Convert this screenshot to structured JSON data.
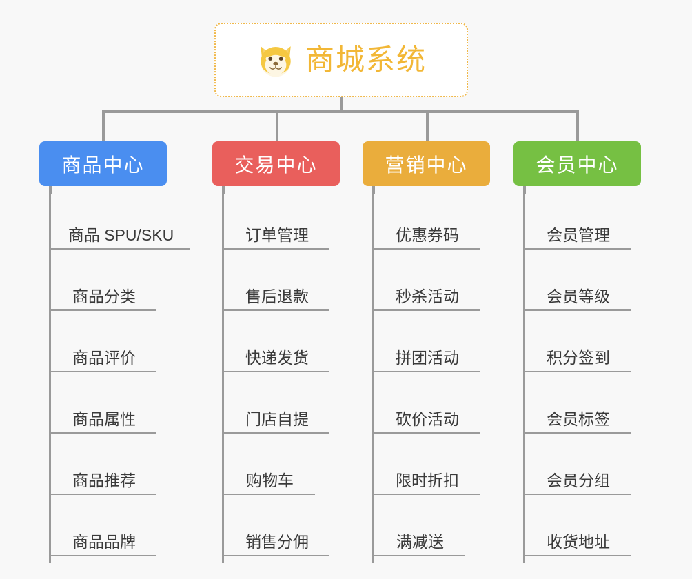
{
  "page": {
    "background": "#f8f8f8",
    "line_color": "#9a9a9a"
  },
  "root": {
    "title": "商城系统",
    "icon": "shiba-dog-icon",
    "color": "#f2b736",
    "border_color": "#f0b849"
  },
  "branches": [
    {
      "label": "商品中心",
      "color": "#4a8ef0",
      "items": [
        "商品 SPU/SKU",
        "商品分类",
        "商品评价",
        "商品属性",
        "商品推荐",
        "商品品牌"
      ]
    },
    {
      "label": "交易中心",
      "color": "#e95f5c",
      "items": [
        "订单管理",
        "售后退款",
        "快递发货",
        "门店自提",
        "购物车",
        "销售分佣"
      ]
    },
    {
      "label": "营销中心",
      "color": "#eaad3c",
      "items": [
        "优惠券码",
        "秒杀活动",
        "拼团活动",
        "砍价活动",
        "限时折扣",
        "满减送"
      ]
    },
    {
      "label": "会员中心",
      "color": "#76c043",
      "items": [
        "会员管理",
        "会员等级",
        "积分签到",
        "会员标签",
        "会员分组",
        "收货地址"
      ]
    }
  ]
}
